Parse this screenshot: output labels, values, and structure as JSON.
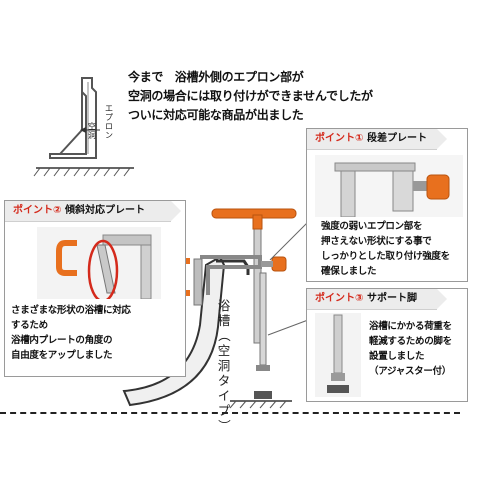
{
  "headline": {
    "lines": [
      "今まで　浴槽外側のエプロン部が",
      "空洞の場合には取り付けができませんでしたが",
      "ついに対応可能な商品が出ました"
    ]
  },
  "diagram_labels": {
    "apron": [
      "エ",
      "プ",
      "ロ",
      "ン"
    ],
    "hollow": [
      "空",
      "洞"
    ]
  },
  "point1": {
    "title_accent": "ポイント①",
    "title_rest": "段差プレート",
    "lines": [
      "強度の弱いエプロン部を",
      "押さえない形状にする事で",
      "しっかりとした取り付け強度を",
      "確保しました"
    ]
  },
  "point2": {
    "title_accent": "ポイント②",
    "title_rest": "傾斜対応プレート",
    "lines": [
      "さまざまな形状の浴槽に対応",
      "するため",
      "浴槽内プレートの角度の",
      "自由度をアップしました"
    ]
  },
  "point3": {
    "title_accent": "ポイント③",
    "title_rest": "サポート脚",
    "lines": [
      "浴槽にかかる荷重を",
      "軽減するための脚を",
      "設置しました",
      "（アジャスター付）"
    ]
  },
  "tub_label": {
    "chars": [
      "浴",
      "槽",
      "（",
      "空",
      "洞",
      "タ",
      "イ",
      "プ",
      "）"
    ]
  },
  "colors": {
    "accent_red": "#d42a1c",
    "handle_orange": "#e8701e",
    "frame_gray": "#9a9a9a"
  }
}
